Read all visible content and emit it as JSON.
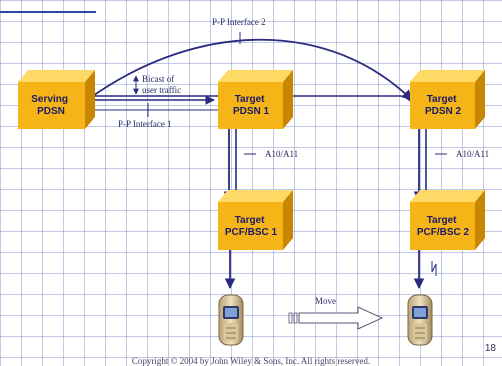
{
  "nodes": {
    "serving_pdsn": [
      "Serving",
      "PDSN"
    ],
    "target_pdsn1": [
      "Target",
      "PDSN 1"
    ],
    "target_pdsn2": [
      "Target",
      "PDSN 2"
    ],
    "target_pcf1": [
      "Target",
      "PCF/BSC 1"
    ],
    "target_pcf2": [
      "Target",
      "PCF/BSC 2"
    ]
  },
  "labels": {
    "pp_interface_1": "P-P Interface 1",
    "pp_interface_2": "P-P Interface 2",
    "bicast": [
      "Bicast of",
      "user traffic"
    ],
    "a10_a11_left": "A10/A11",
    "a10_a11_right": "A10/A11",
    "move": "Move"
  },
  "footer": {
    "copyright": "Copyright © 2004 by John Wiley & Sons, Inc. All rights reserved.",
    "page_number": "18"
  },
  "colors": {
    "box_face": "#f5b418",
    "box_top": "#ffd966",
    "box_side": "#c98600",
    "line": "#2a2a80"
  }
}
